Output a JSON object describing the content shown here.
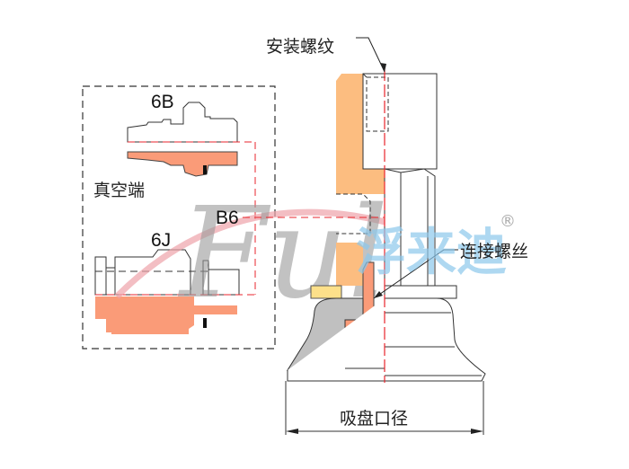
{
  "labels": {
    "mount_thread": "安装螺纹",
    "connect_thread": "连接螺丝",
    "cup_diameter": "吸盘口径",
    "vacuum_end": "真空端",
    "fitting_6b": "6B",
    "fitting_6j": "6J",
    "fitting_b6": "B6"
  },
  "watermark": {
    "brand_text": "浮来迪",
    "logo_script": "Ful",
    "registered_mark": "®"
  },
  "colors": {
    "body_orange": "#fcbd80",
    "fitting_salmon": "#fa9b78",
    "rubber_gray": "#c0c0c0",
    "washer_yellow": "#fde08a",
    "center_line_red": "#e8262c",
    "watermark_blue": "#8cc8ec",
    "swoosh_pink": "#eea3aa"
  }
}
